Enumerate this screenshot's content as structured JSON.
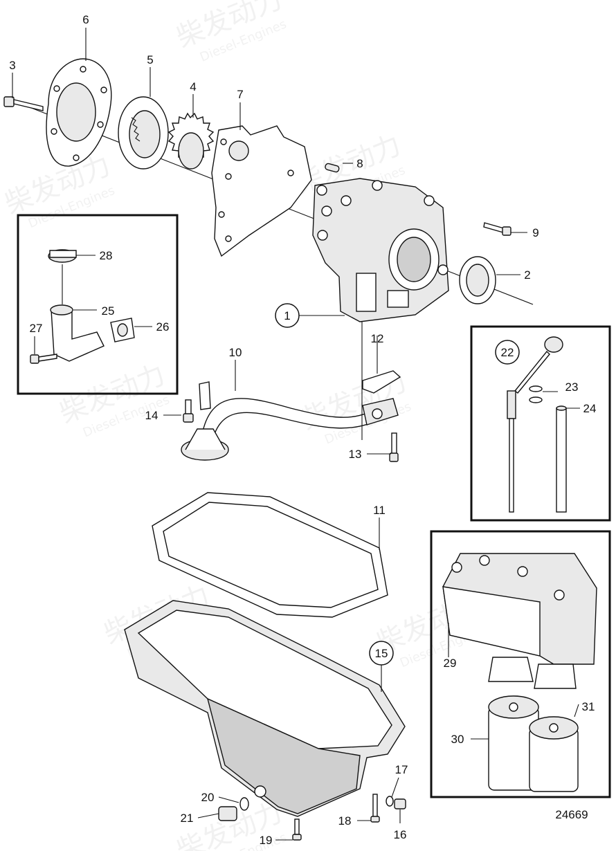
{
  "watermark": {
    "brand_cn": "柴发动力",
    "brand_en": "Diesel-Engines"
  },
  "figure_number": "24669",
  "callouts": [
    {
      "id": "c1",
      "text": "1",
      "circled": true
    },
    {
      "id": "c2",
      "text": "2",
      "circled": false
    },
    {
      "id": "c3",
      "text": "3",
      "circled": false
    },
    {
      "id": "c4",
      "text": "4",
      "circled": false
    },
    {
      "id": "c5",
      "text": "5",
      "circled": false
    },
    {
      "id": "c6",
      "text": "6",
      "circled": false
    },
    {
      "id": "c7",
      "text": "7",
      "circled": false
    },
    {
      "id": "c8",
      "text": "8",
      "circled": false
    },
    {
      "id": "c9",
      "text": "9",
      "circled": false
    },
    {
      "id": "c10",
      "text": "10",
      "circled": false
    },
    {
      "id": "c11",
      "text": "11",
      "circled": false
    },
    {
      "id": "c12",
      "text": "12",
      "circled": false
    },
    {
      "id": "c13",
      "text": "13",
      "circled": false
    },
    {
      "id": "c14",
      "text": "14",
      "circled": false
    },
    {
      "id": "c15",
      "text": "15",
      "circled": true
    },
    {
      "id": "c16",
      "text": "16",
      "circled": false
    },
    {
      "id": "c17",
      "text": "17",
      "circled": false
    },
    {
      "id": "c18",
      "text": "18",
      "circled": false
    },
    {
      "id": "c19",
      "text": "19",
      "circled": false
    },
    {
      "id": "c20",
      "text": "20",
      "circled": false
    },
    {
      "id": "c21",
      "text": "21",
      "circled": false
    },
    {
      "id": "c22",
      "text": "22",
      "circled": true
    },
    {
      "id": "c23",
      "text": "23",
      "circled": false
    },
    {
      "id": "c24",
      "text": "24",
      "circled": false
    },
    {
      "id": "c25",
      "text": "25",
      "circled": false
    },
    {
      "id": "c26",
      "text": "26",
      "circled": false
    },
    {
      "id": "c27",
      "text": "27",
      "circled": false
    },
    {
      "id": "c28",
      "text": "28",
      "circled": false
    },
    {
      "id": "c29",
      "text": "29",
      "circled": false
    },
    {
      "id": "c30",
      "text": "30",
      "circled": false
    },
    {
      "id": "c31",
      "text": "31",
      "circled": false
    }
  ]
}
